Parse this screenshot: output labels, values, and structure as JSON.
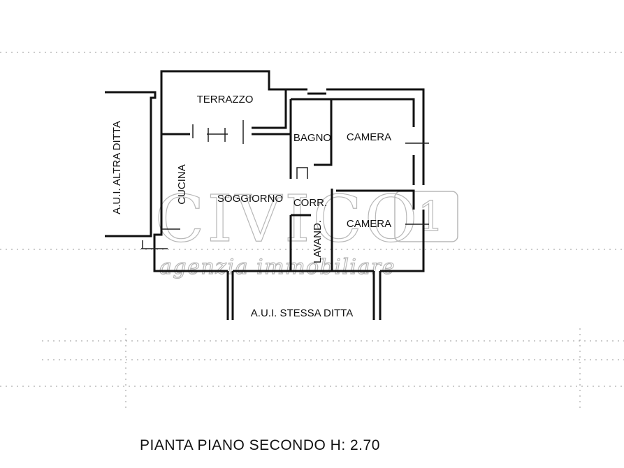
{
  "rooms": {
    "terrazzo": "TERRAZZO",
    "bagno": "BAGNO",
    "camera_top": "CAMERA",
    "camera_bottom": "CAMERA",
    "cucina": "CUCINA",
    "soggiorno": "SOGGIORNO",
    "corridoio": "CORR.",
    "lavanderia": "LAVAND."
  },
  "neighbors": {
    "left": "A.U.I. ALTRA DITTA",
    "bottom": "A.U.I. STESSA DITTA"
  },
  "watermark": {
    "brand": "CIVICO",
    "number": "1",
    "tagline": "agenzia immobiliare"
  },
  "title": "PIANTA PIANO SECONDO H: 2.70"
}
